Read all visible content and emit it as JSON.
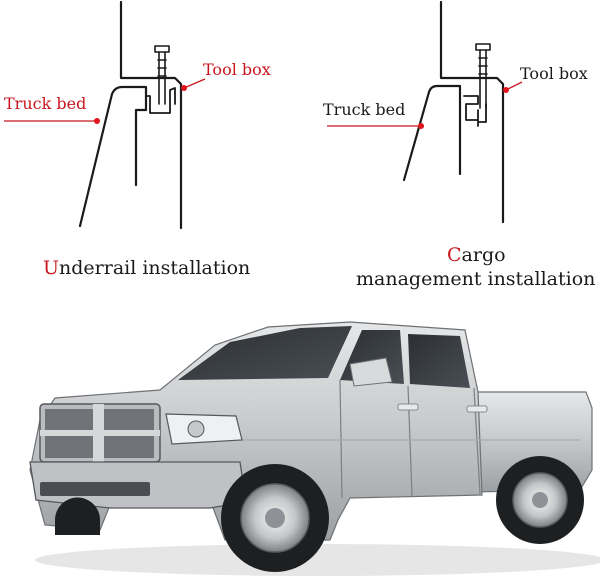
{
  "left_diagram": {
    "truck_bed_label": "Truck bed",
    "tool_box_label": "Tool box",
    "caption_initial": "U",
    "caption_rest": "nderrail installation"
  },
  "right_diagram": {
    "truck_bed_label": "Truck bed",
    "tool_box_label": "Tool box",
    "caption_initial": "C",
    "caption_line1_rest": "argo",
    "caption_line2": "management installation"
  },
  "colors": {
    "accent_red": "#c8161d",
    "line_dark": "#1a1a1a",
    "truck_body": "#c9cbcd"
  },
  "image": {
    "subject": "silver pickup truck"
  }
}
